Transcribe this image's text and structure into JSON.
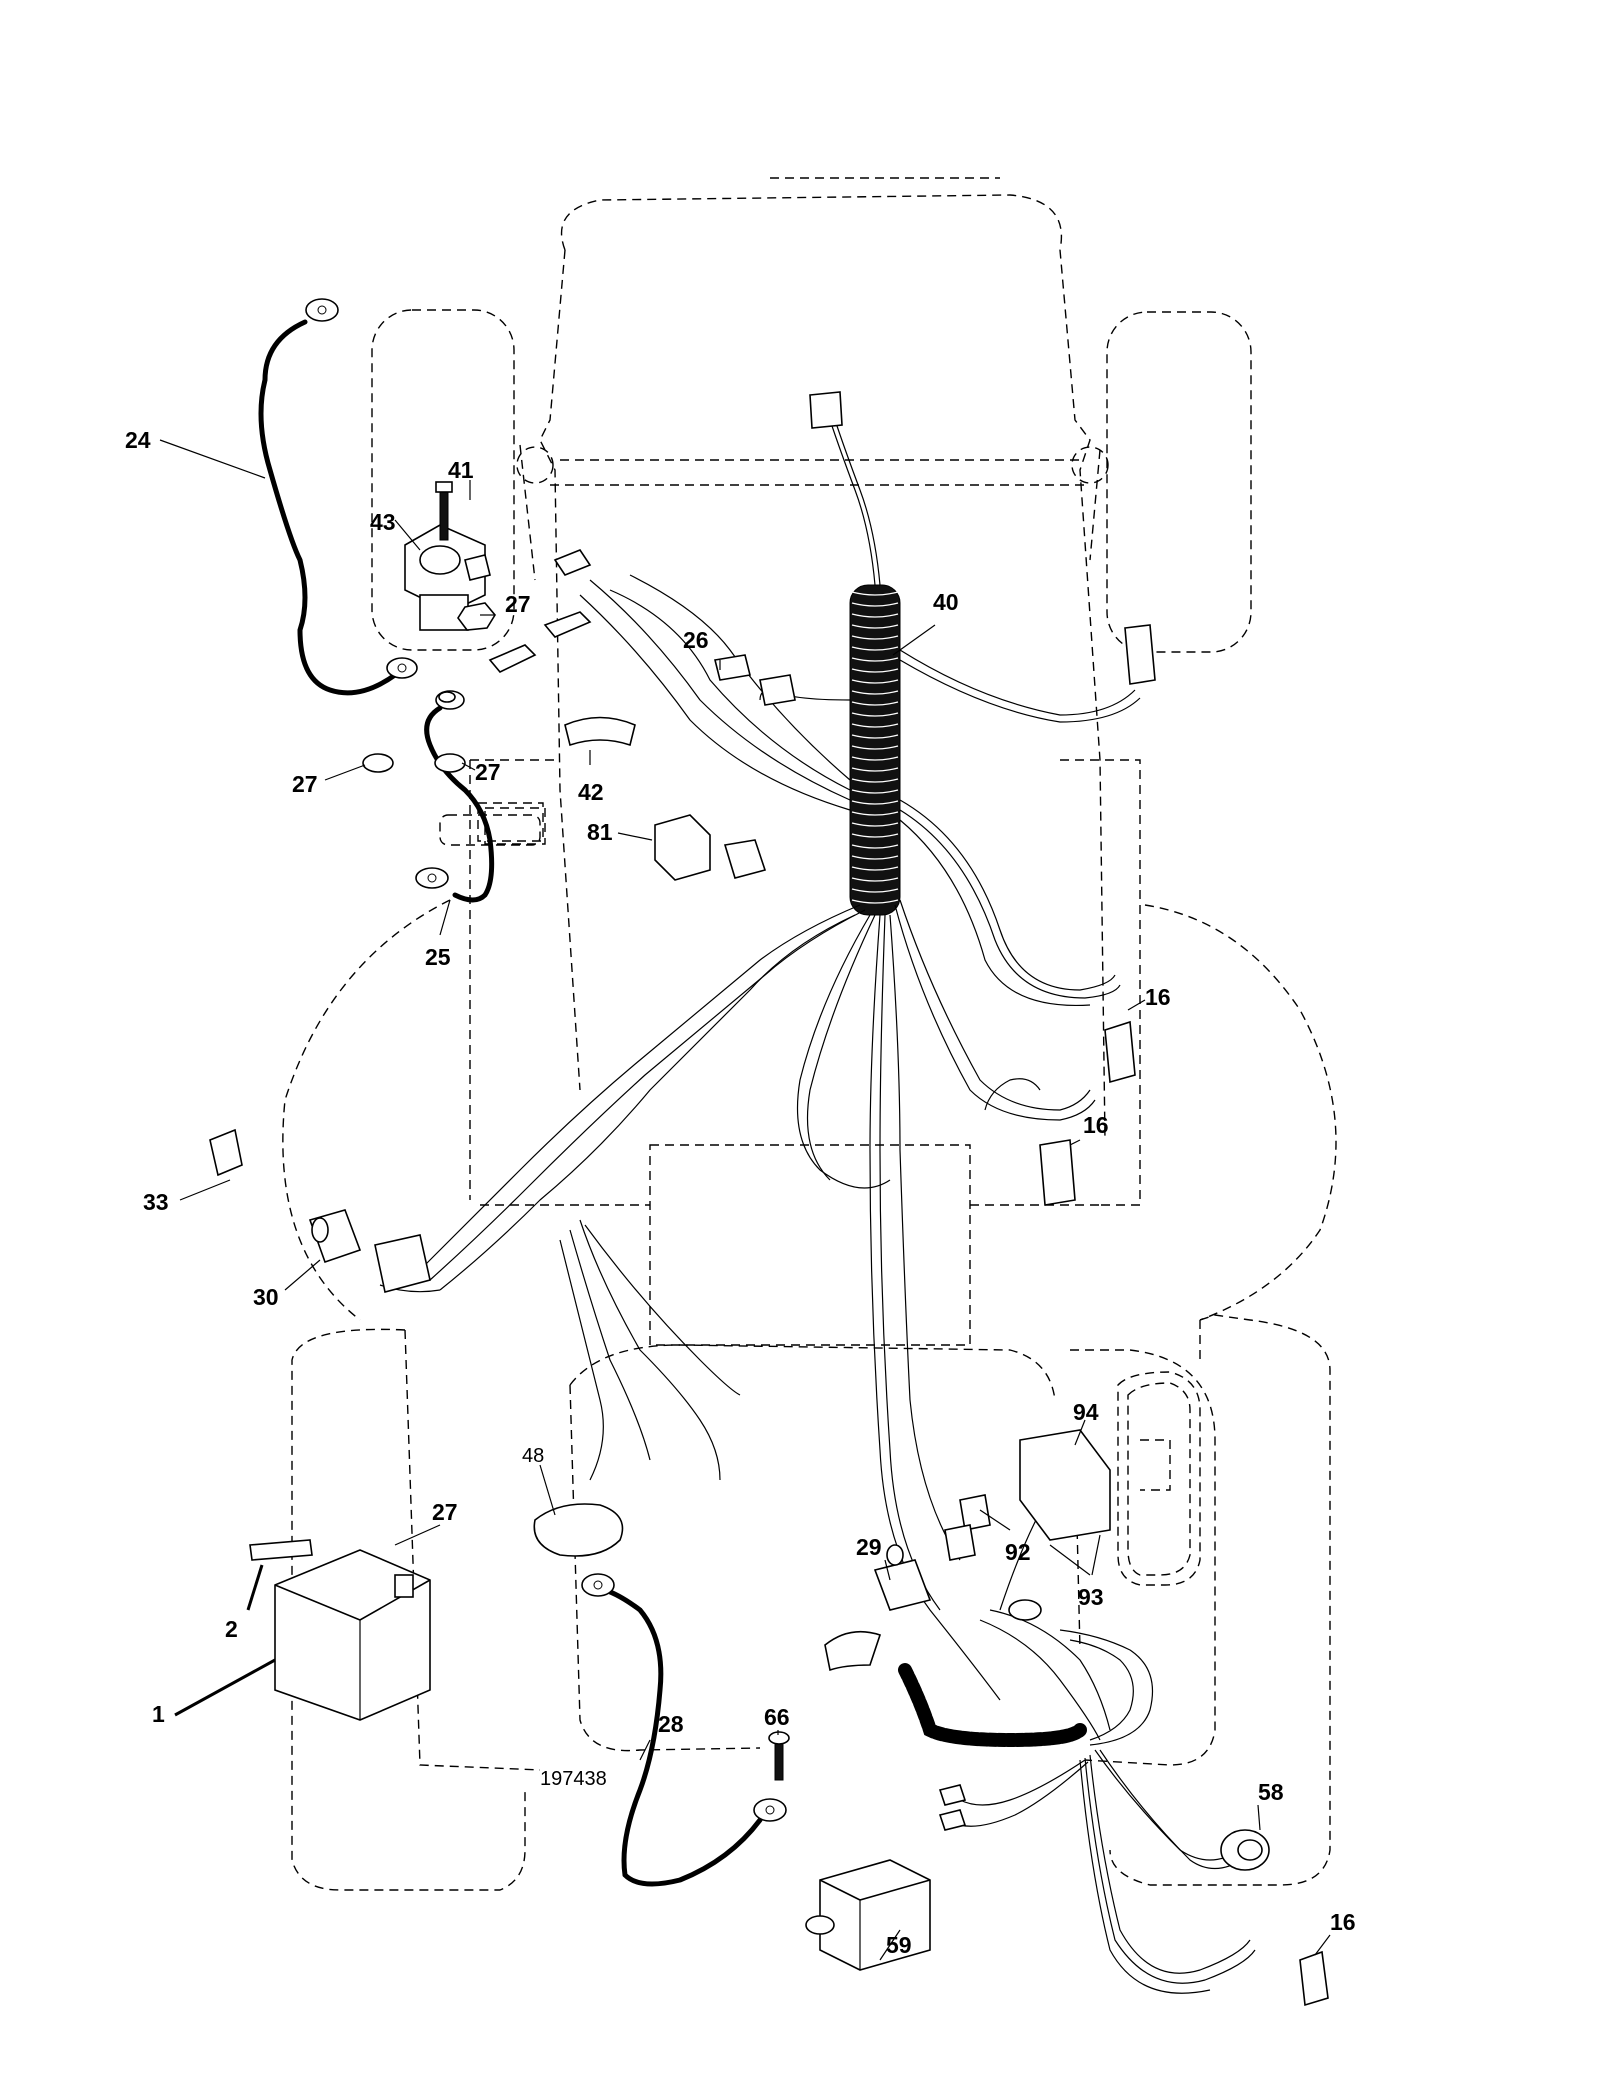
{
  "diagram": {
    "drawing_number": "197438",
    "callouts": [
      {
        "id": "c24",
        "label": "24"
      },
      {
        "id": "c41",
        "label": "41"
      },
      {
        "id": "c43",
        "label": "43"
      },
      {
        "id": "c27a",
        "label": "27"
      },
      {
        "id": "c40",
        "label": "40"
      },
      {
        "id": "c26",
        "label": "26"
      },
      {
        "id": "c27b",
        "label": "27"
      },
      {
        "id": "c27c",
        "label": "27"
      },
      {
        "id": "c42",
        "label": "42"
      },
      {
        "id": "c81",
        "label": "81"
      },
      {
        "id": "c25",
        "label": "25"
      },
      {
        "id": "c16a",
        "label": "16"
      },
      {
        "id": "c16b",
        "label": "16"
      },
      {
        "id": "c33",
        "label": "33"
      },
      {
        "id": "c30",
        "label": "30"
      },
      {
        "id": "c94",
        "label": "94"
      },
      {
        "id": "c48",
        "label": "48"
      },
      {
        "id": "c27d",
        "label": "27"
      },
      {
        "id": "c92",
        "label": "92"
      },
      {
        "id": "c29",
        "label": "29"
      },
      {
        "id": "c93",
        "label": "93"
      },
      {
        "id": "c2",
        "label": "2"
      },
      {
        "id": "c1",
        "label": "1"
      },
      {
        "id": "c66",
        "label": "66"
      },
      {
        "id": "c28",
        "label": "28"
      },
      {
        "id": "c58",
        "label": "58"
      },
      {
        "id": "c59",
        "label": "59"
      },
      {
        "id": "c16c",
        "label": "16"
      }
    ]
  }
}
